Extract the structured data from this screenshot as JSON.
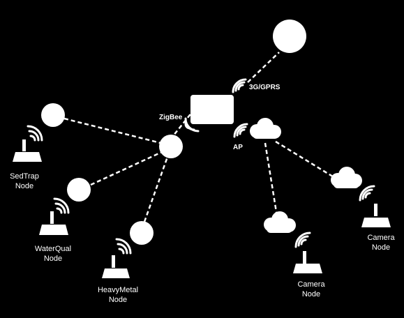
{
  "diagram": {
    "labels": {
      "gsm": "3G/GPRS",
      "zigbee": "ZigBee",
      "ap": "AP",
      "sedtrap_node": [
        "SedTrap",
        "Node"
      ],
      "waterqual_node": [
        "WaterQual",
        "Node"
      ],
      "heavymetal_node": [
        "HeavyMetal",
        "Node"
      ],
      "camera_node_1": [
        "Camera",
        "Node"
      ],
      "camera_node_2": [
        "Camera",
        "Node"
      ]
    }
  }
}
